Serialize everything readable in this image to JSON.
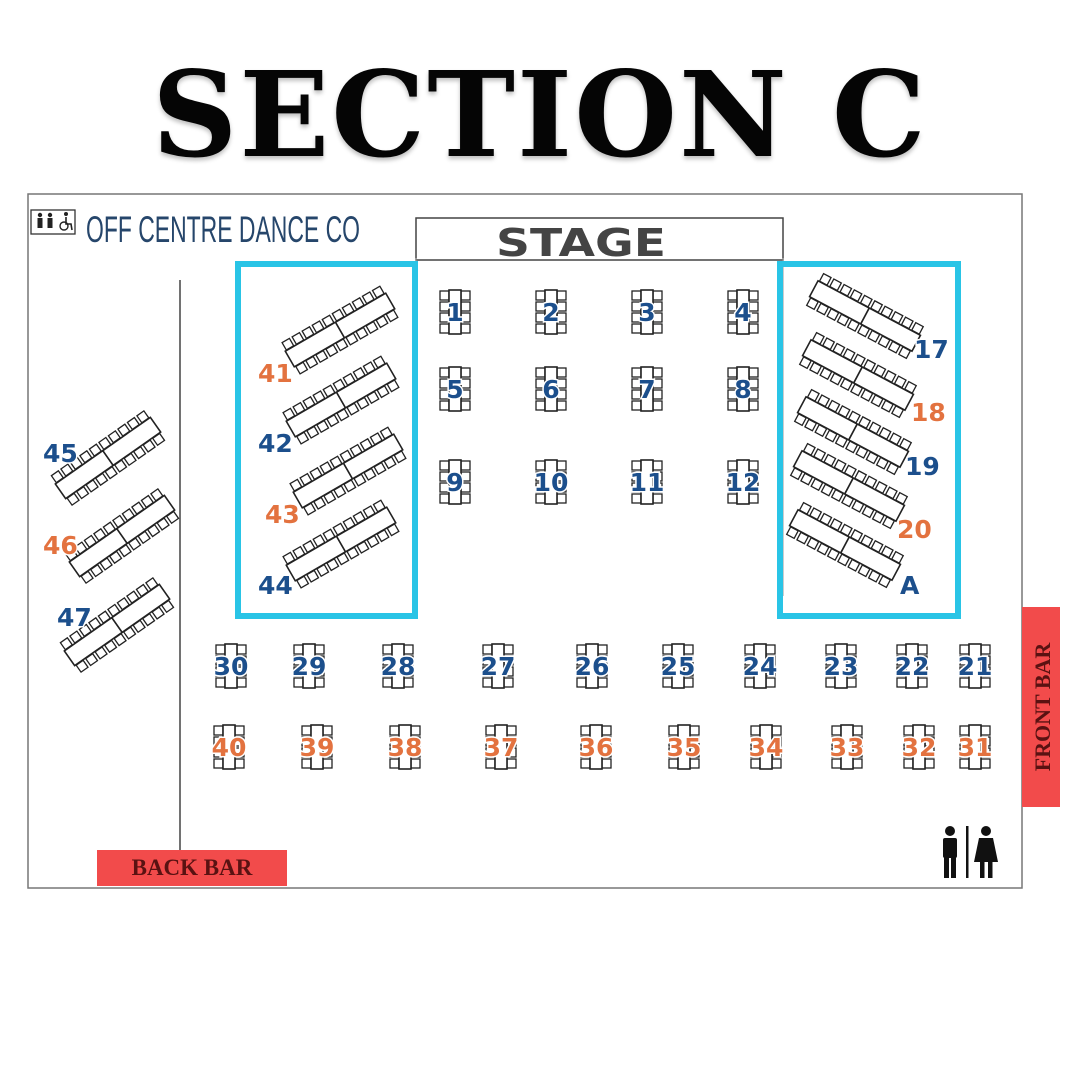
{
  "title": "SECTION C",
  "venue_name": "OFF CENTRE DANCE CO",
  "stage_label": "STAGE",
  "back_bar_label": "BACK BAR",
  "front_bar_label": "FRONT BAR",
  "icons": {
    "accessible_restroom": "accessible-restroom-icon",
    "restroom": "restroom-icon"
  },
  "colors": {
    "highlight": "#29c4e6",
    "bar": "#f24b4b",
    "number_blue": "#1c4f8c",
    "number_orange": "#e3723f"
  },
  "tables": {
    "stage_grid": [
      {
        "label": "1",
        "color": "blue"
      },
      {
        "label": "2",
        "color": "blue"
      },
      {
        "label": "3",
        "color": "blue"
      },
      {
        "label": "4",
        "color": "blue"
      },
      {
        "label": "5",
        "color": "blue"
      },
      {
        "label": "6",
        "color": "blue"
      },
      {
        "label": "7",
        "color": "blue"
      },
      {
        "label": "8",
        "color": "blue"
      },
      {
        "label": "9",
        "color": "blue"
      },
      {
        "label": "10",
        "color": "blue"
      },
      {
        "label": "11",
        "color": "blue"
      },
      {
        "label": "12",
        "color": "blue"
      }
    ],
    "row_front": [
      {
        "label": "30",
        "color": "blue"
      },
      {
        "label": "29",
        "color": "blue"
      },
      {
        "label": "28",
        "color": "blue"
      },
      {
        "label": "27",
        "color": "blue"
      },
      {
        "label": "26",
        "color": "blue"
      },
      {
        "label": "25",
        "color": "blue"
      },
      {
        "label": "24",
        "color": "blue"
      },
      {
        "label": "23",
        "color": "blue"
      },
      {
        "label": "22",
        "color": "blue"
      },
      {
        "label": "21",
        "color": "blue"
      }
    ],
    "row_back": [
      {
        "label": "40",
        "color": "orange"
      },
      {
        "label": "39",
        "color": "orange"
      },
      {
        "label": "38",
        "color": "orange"
      },
      {
        "label": "37",
        "color": "orange"
      },
      {
        "label": "36",
        "color": "orange"
      },
      {
        "label": "35",
        "color": "orange"
      },
      {
        "label": "34",
        "color": "orange"
      },
      {
        "label": "33",
        "color": "orange"
      },
      {
        "label": "32",
        "color": "orange"
      },
      {
        "label": "31",
        "color": "orange"
      }
    ],
    "left_diagonal": [
      {
        "label": "41",
        "color": "orange"
      },
      {
        "label": "42",
        "color": "blue"
      },
      {
        "label": "43",
        "color": "orange"
      },
      {
        "label": "44",
        "color": "blue"
      }
    ],
    "right_diagonal": [
      {
        "label": "17",
        "color": "blue"
      },
      {
        "label": "18",
        "color": "orange"
      },
      {
        "label": "19",
        "color": "blue"
      },
      {
        "label": "20",
        "color": "orange"
      },
      {
        "label": "A",
        "color": "blue"
      }
    ],
    "far_left": [
      {
        "label": "45",
        "color": "blue"
      },
      {
        "label": "46",
        "color": "orange"
      },
      {
        "label": "47",
        "color": "blue"
      }
    ]
  }
}
